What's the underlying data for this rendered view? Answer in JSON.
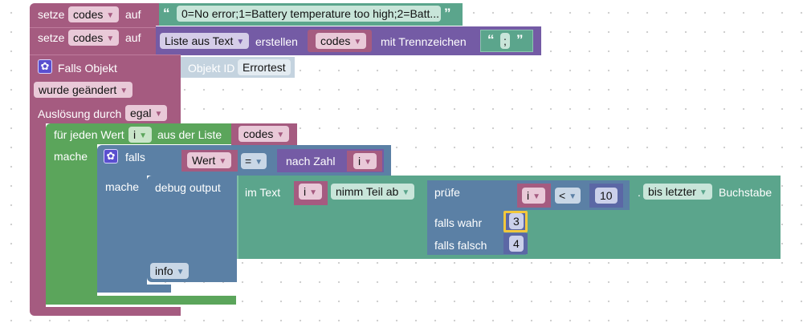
{
  "workspace": {
    "set1": {
      "label": "setze",
      "var": "codes",
      "to_label": "auf",
      "text_value": "0=No error;1=Battery temperature too high;2=Batt..."
    },
    "set2": {
      "label": "setze",
      "var": "codes",
      "to_label": "auf",
      "list_mode": "Liste aus Text",
      "create_label": "erstellen",
      "source_var": "codes",
      "delim_label": "mit Trennzeichen",
      "delimiter": ";"
    },
    "trigger": {
      "label": "Falls Objekt",
      "object_label": "Objekt ID",
      "object_id": "Errortest",
      "condition": "wurde geändert",
      "cause_label": "Auslösung durch",
      "cause": "egal"
    },
    "loop": {
      "label": "für jeden Wert",
      "var": "i",
      "list_label": "aus der Liste",
      "list_var": "codes",
      "do_label": "mache"
    },
    "if_block": {
      "label": "falls",
      "do_label": "mache",
      "left": "Wert",
      "op": "=",
      "tonum_label": "nach Zahl",
      "tonum_var": "i"
    },
    "debug": {
      "label": "debug output",
      "level": "info"
    },
    "substring": {
      "in_text_label": "im Text",
      "var": "i",
      "mode": "nimm Teil ab",
      "dot": ".",
      "end_mode": "bis letzter",
      "end_label": "Buchstabe"
    },
    "ternary": {
      "test_label": "prüfe",
      "true_label": "falls wahr",
      "false_label": "falls falsch",
      "cmp_var": "i",
      "cmp_op": "<",
      "cmp_value": "10",
      "true_value": "3",
      "false_value": "4"
    },
    "quote_open": "“",
    "quote_close": "”",
    "dropdown_arrow": "▼",
    "gear_glyph": "✿"
  }
}
